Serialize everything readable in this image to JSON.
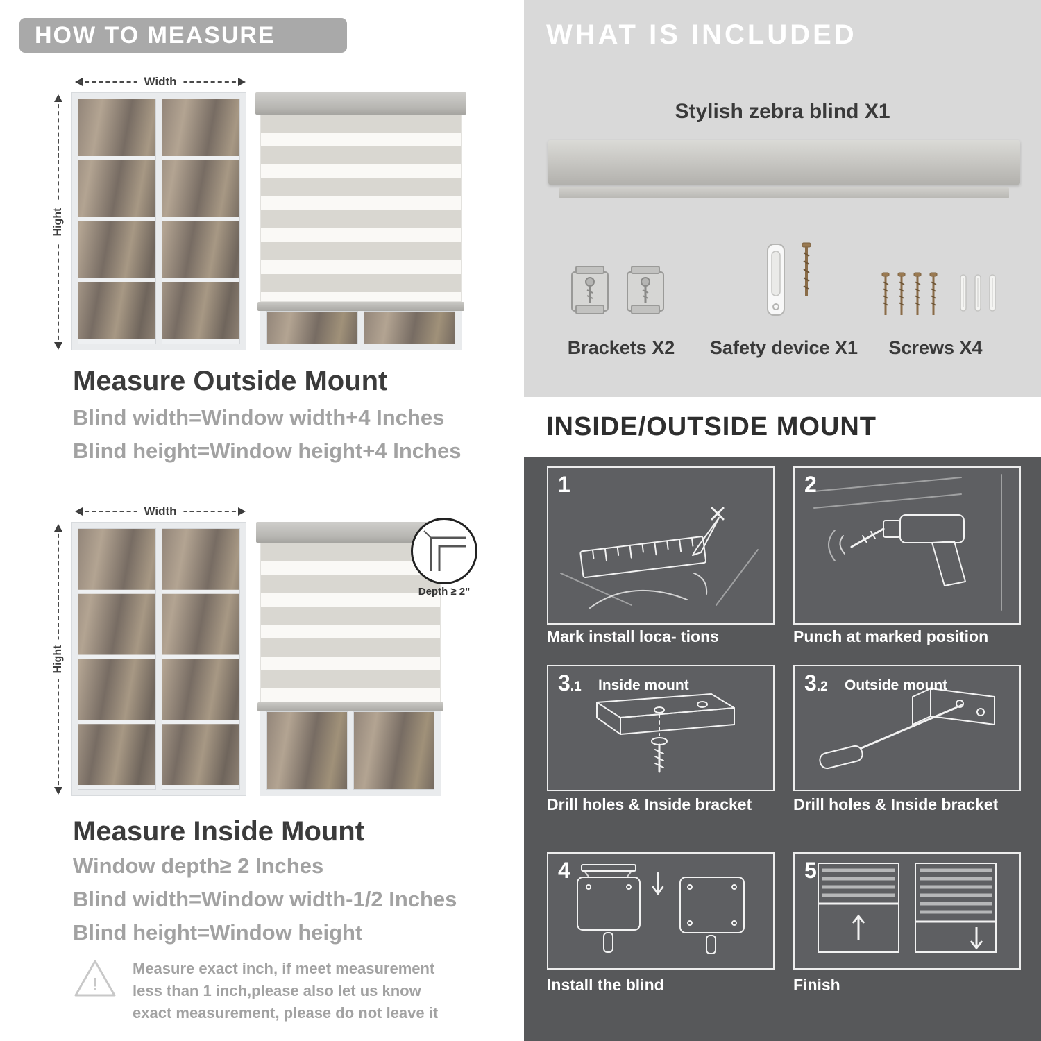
{
  "colors": {
    "pill_gray": "#a9a9a9",
    "panel_light": "#d9d9d9",
    "panel_dark": "#57585a",
    "text_dark": "#3a3a3a",
    "text_gray": "#a2a2a2"
  },
  "left": {
    "header": "HOW TO MEASURE",
    "outside": {
      "width_label": "Width",
      "height_label": "Hight",
      "title": "Measure Outside Mount",
      "lines": [
        "Blind width=Window width+4 Inches",
        "Blind height=Window height+4 Inches"
      ]
    },
    "inside": {
      "width_label": "Width",
      "height_label": "Hight",
      "depth_label": "Depth ≥ 2\"",
      "title": "Measure Inside Mount",
      "lines": [
        "Window depth≥ 2 Inches",
        "Blind width=Window width-1/2 Inches",
        "Blind height=Window height"
      ]
    },
    "note": {
      "mark": "!",
      "text": "Measure exact inch, if meet measurement less than 1 inch,please also let us know exact measurement, please do not leave it"
    }
  },
  "right": {
    "included": {
      "header": "WHAT IS INCLUDED",
      "blind_label": "Stylish zebra blind X1",
      "items": [
        {
          "label": "Brackets X2"
        },
        {
          "label": "Safety device X1"
        },
        {
          "label": "Screws X4"
        }
      ]
    },
    "mount": {
      "header": "INSIDE/OUTSIDE MOUNT",
      "steps": [
        {
          "num": "1",
          "sub": "",
          "badge": "",
          "caption": "Mark install loca- tions"
        },
        {
          "num": "2",
          "sub": "",
          "badge": "",
          "caption": "Punch at marked position"
        },
        {
          "num": "3",
          "sub": ".1",
          "badge": "Inside mount",
          "caption": "Drill holes & Inside bracket"
        },
        {
          "num": "3",
          "sub": ".2",
          "badge": "Outside mount",
          "caption": "Drill holes & Inside bracket"
        },
        {
          "num": "4",
          "sub": "",
          "badge": "",
          "caption": "Install the blind"
        },
        {
          "num": "5",
          "sub": "",
          "badge": "",
          "caption": "Finish"
        }
      ]
    }
  }
}
